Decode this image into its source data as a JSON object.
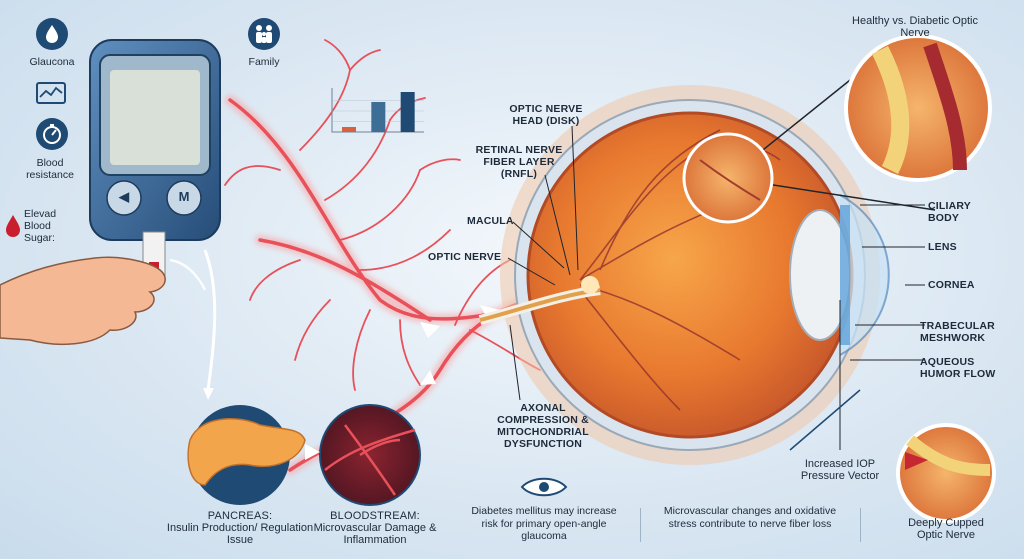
{
  "sidebar": {
    "icons": [
      {
        "icon": "water-drop-icon",
        "label": "Glaucona"
      },
      {
        "icon": "monitor-chart-icon",
        "label": ""
      },
      {
        "icon": "gauge-icon",
        "label": "Blood resistance"
      },
      {
        "icon": "blood-drop-icon",
        "label": "Elevad Blood Sugar:"
      }
    ],
    "family": {
      "icon": "family-icon",
      "label": "Family"
    }
  },
  "meter": {
    "left_symbol": "◀",
    "right_symbol": "M"
  },
  "mini_chart": {
    "type": "bar",
    "values": [
      1,
      6,
      8
    ],
    "colors": [
      "#d9603d",
      "#3c6e96",
      "#1f4a73"
    ]
  },
  "labels": {
    "optic_head": "OPTIC NERVE HEAD (DISK)",
    "rnfl": "RETINAL NERVE FIBER LAYER (RNFL)",
    "macula": "MACULA",
    "optic_nerve": "OPTIC NERVE",
    "axonal": "AXONAL COMPRESSION & MITOCHONDRIAL DYSFUNCTION",
    "healthy": "Healthy vs. Diabetic Optic Nerve",
    "ciliary": "CILIARY BODY",
    "lens": "LENS",
    "cornea": "CORNEA",
    "trabecular": "TRABECULAR MESHWORK",
    "aqueous": "AQUEOUS HUMOR FLOW",
    "iop": "Increased IOP Pressure Vector",
    "cupped": "Deeply Cupped Optic Nerve",
    "pancreas_title": "PANCREAS:",
    "pancreas_sub": "Insulin Production/ Regulation Issue",
    "blood_title": "BLOODSTREAM:",
    "blood_sub": "Microvascular Damage & Inflammation"
  },
  "footer": {
    "note1": "Diabetes mellitus may increase risk for primary open-angle glaucoma",
    "note2": "Microvascular changes and oxidative stress contribute to nerve fiber loss"
  },
  "colors": {
    "navy": "#1f4a73",
    "vessel": "#e8505a",
    "eye": "#e8792f",
    "text": "#1d2a3a"
  }
}
